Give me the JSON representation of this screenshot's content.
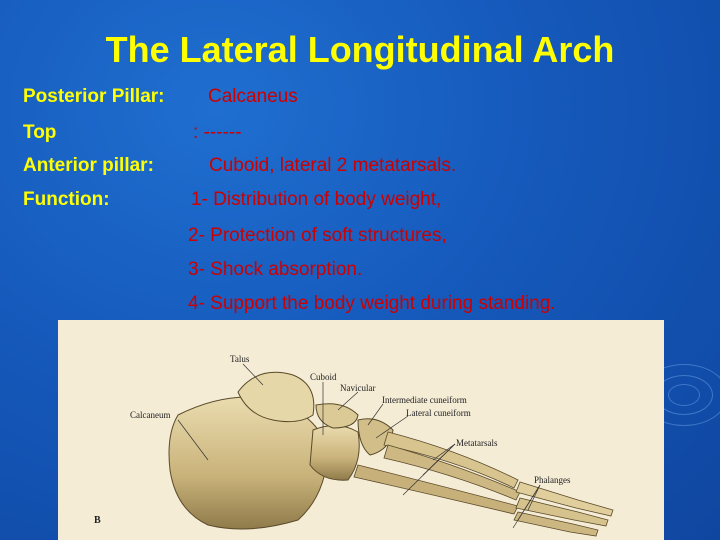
{
  "slide": {
    "title": "The Lateral Longitudinal Arch",
    "rows": [
      {
        "label": "Posterior Pillar:",
        "value": "Calcaneus"
      },
      {
        "label": "Top",
        "value": ": ------"
      },
      {
        "label": "Anterior pillar:",
        "value": "Cuboid, lateral 2 metatarsals."
      },
      {
        "label": "Function:",
        "value": "1- Distribution of body weight,"
      },
      {
        "label": "",
        "value": "2- Protection of soft structures,"
      },
      {
        "label": "",
        "value": "3- Shock absorption."
      },
      {
        "label": "",
        "value": "4- Support the body weight during standing."
      }
    ]
  },
  "figure": {
    "panel_letter": "B",
    "labels": {
      "talus": "Talus",
      "cuboid": "Cuboid",
      "navicular": "Navicular",
      "intermediate_cuneiform": "Intermediate cuneiform",
      "lateral_cuneiform": "Lateral cuneiform",
      "calcaneum": "Calcaneum",
      "metatarsals": "Metatarsals",
      "phalanges": "Phalanges"
    }
  }
}
